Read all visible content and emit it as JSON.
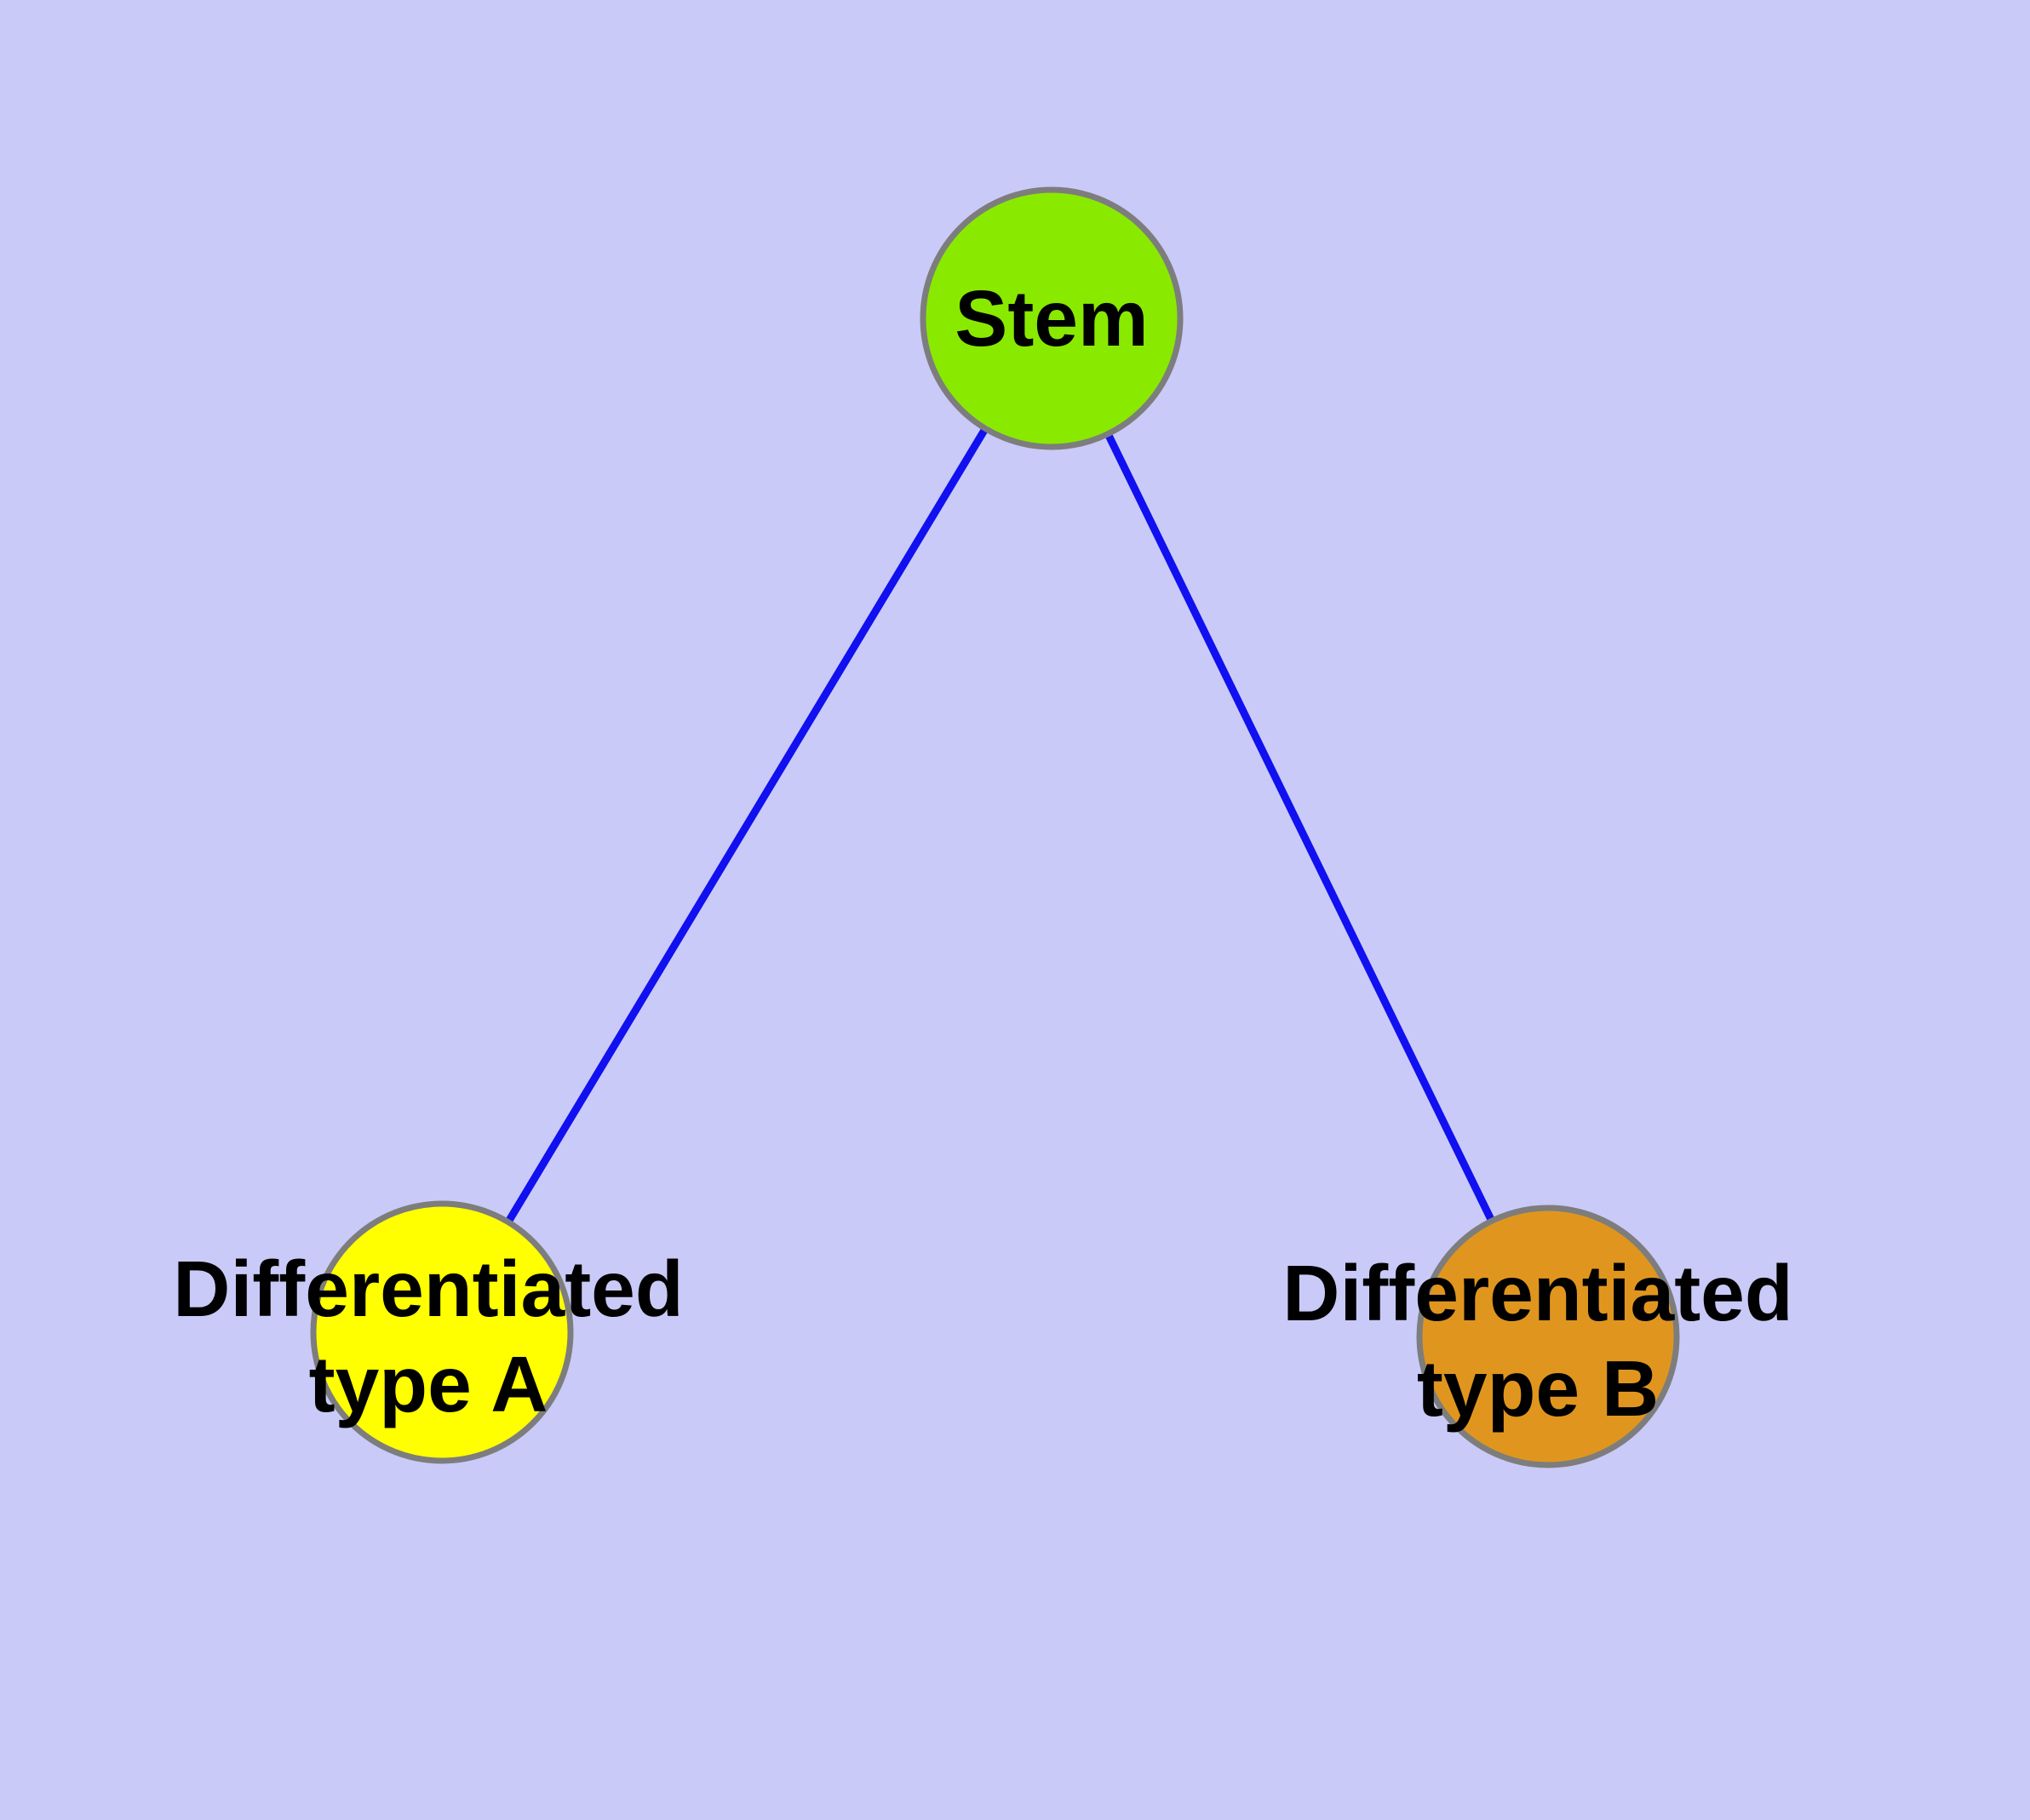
{
  "canvas": {
    "background": "#cacaf8"
  },
  "graph": {
    "node_border_color": "#7d7d7d",
    "edge_color": "#1010f0",
    "label_color": "#000000",
    "nodes": [
      {
        "id": "stem",
        "label": "Stem",
        "fill": "#89ea00"
      },
      {
        "id": "differentiated-type-a",
        "label": "Differentiated\ntype A",
        "fill": "#ffff00"
      },
      {
        "id": "differentiated-type-b",
        "label": "Differentiated\ntype B",
        "fill": "#e0961e"
      }
    ],
    "edges": [
      {
        "from": "stem",
        "to": "differentiated-type-a"
      },
      {
        "from": "stem",
        "to": "differentiated-type-b"
      }
    ]
  }
}
